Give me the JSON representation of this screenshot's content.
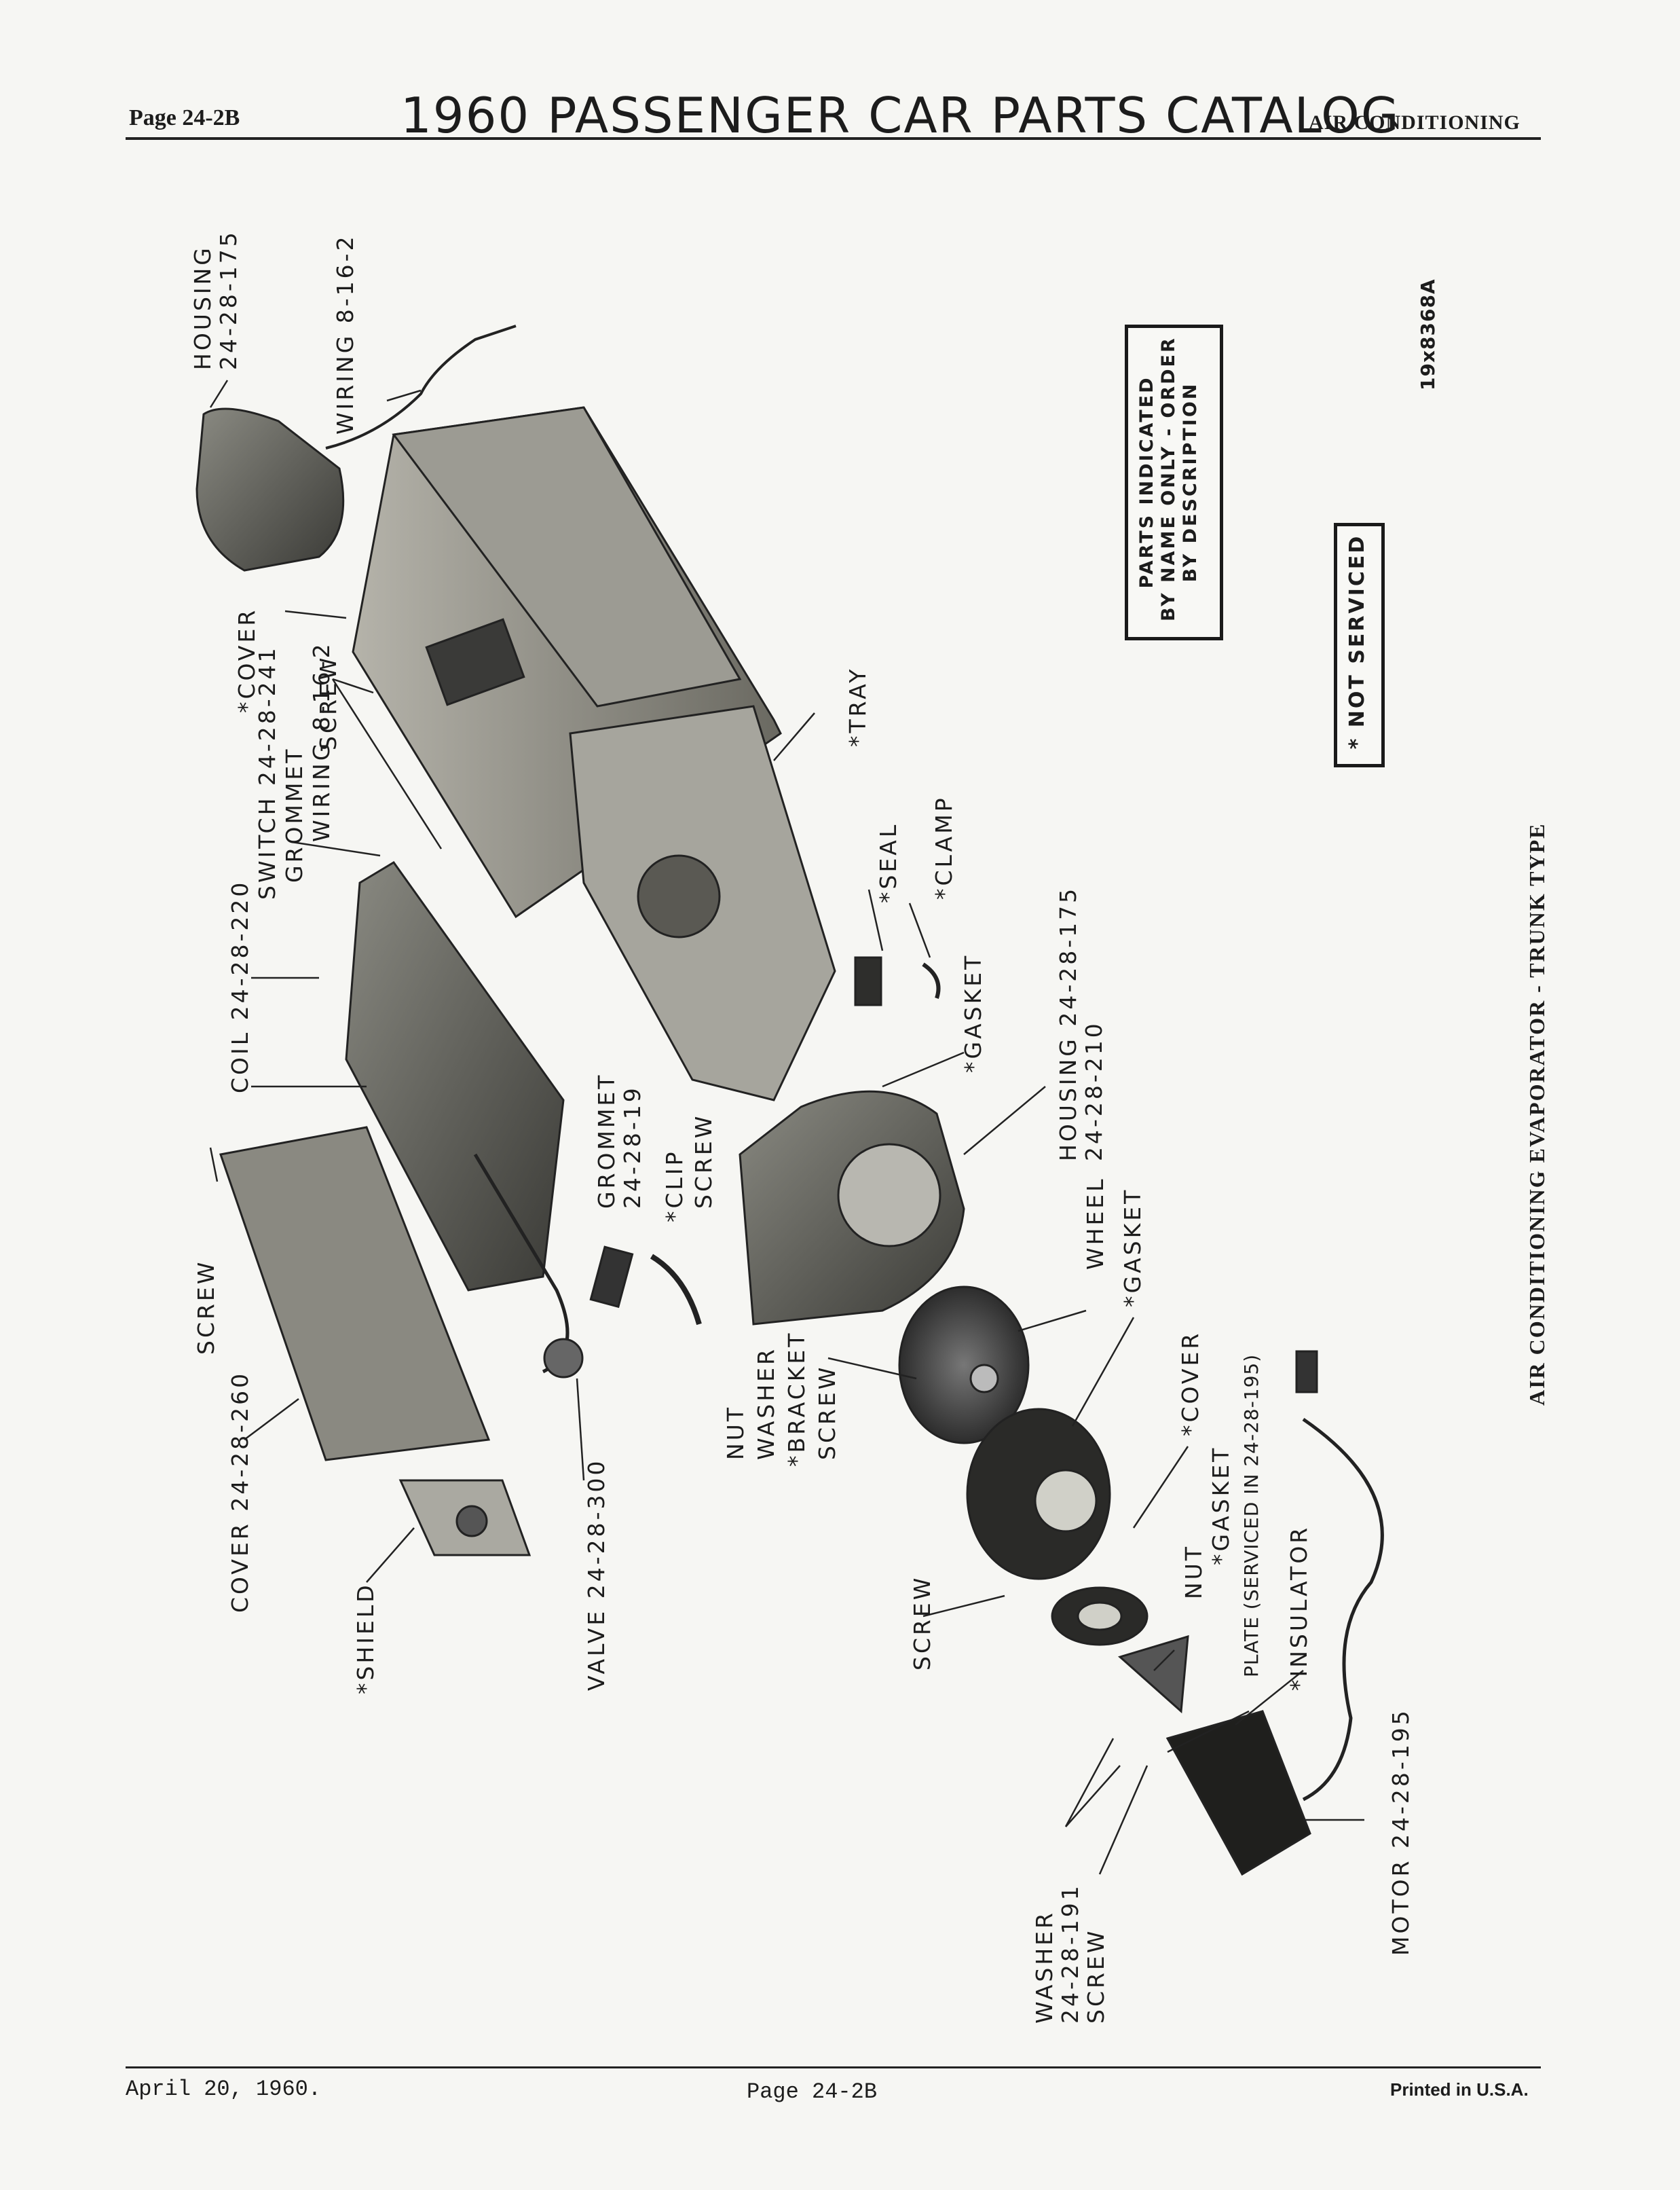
{
  "header": {
    "page": "Page 24-2B",
    "title": "1960 PASSENGER CAR PARTS CATALOG",
    "section": "AIR CONDITIONING"
  },
  "footer": {
    "date": "April 20, 1960.",
    "page": "Page 24-2B",
    "printed": "Printed in U.S.A."
  },
  "figure": {
    "number": "19x8368A",
    "caption": "AIR CONDITIONING EVAPORATOR - TRUNK TYPE",
    "note_box": {
      "line1": "PARTS INDICATED",
      "line2": "BY NAME ONLY - ORDER",
      "line3": "BY DESCRIPTION"
    },
    "legend_box": "* NOT SERVICED"
  },
  "callouts": {
    "housing_top": {
      "name": "HOUSING",
      "part": "24-28-175"
    },
    "wiring_top": "WIRING  8-16-2",
    "cover_top": "*COVER",
    "screw_top": "SCREW",
    "wiring_mid": "WIRING  8-16-2",
    "grommet_top": "GROMMET",
    "switch": "SWITCH  24-28-241",
    "coil": "COIL  24-28-220",
    "screw_left": "SCREW",
    "cover_left": "COVER  24-28-260",
    "shield": "*SHIELD",
    "valve": "VALVE  24-28-300",
    "tray": "*TRAY",
    "seal": "*SEAL",
    "clamp": "*CLAMP",
    "gasket_housing": "*GASKET",
    "housing_mid": "HOUSING  24-28-175",
    "housing_mid2": "24-28-210",
    "grommet_mid": {
      "name": "GROMMET",
      "part": "24-28-19"
    },
    "clip": "*CLIP",
    "screw_clip": "SCREW",
    "nut": "NUT",
    "washer": "WASHER",
    "bracket": "*BRACKET",
    "screw_wheel": "SCREW",
    "wheel": "WHEEL",
    "gasket_wheel": "*GASKET",
    "cover_motor": "*COVER",
    "screw_bottom": "SCREW",
    "nut_bottom": "NUT",
    "gasket_plate": "*GASKET",
    "plate": "PLATE (SERVICED IN 24-28-195)",
    "insulator": "*INSULATOR",
    "washer_bottom": {
      "name": "WASHER",
      "part": "24-28-191",
      "extra": "SCREW"
    },
    "motor": "MOTOR  24-28-195"
  }
}
